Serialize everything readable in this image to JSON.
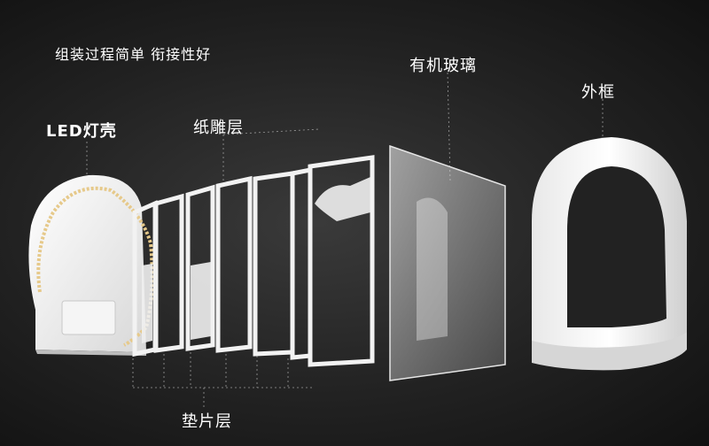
{
  "headline": "组装过程简单 衔接性好",
  "labels": {
    "led_shell": "LED灯壳",
    "paper_layer": "纸雕层",
    "glass": "有机玻璃",
    "frame": "外框",
    "spacer_layer": "垫片层"
  },
  "colors": {
    "background": "#1e1e1e",
    "component_white": "#f2f2f2",
    "text": "#ffffff",
    "led_strip": "#e6c98a"
  }
}
